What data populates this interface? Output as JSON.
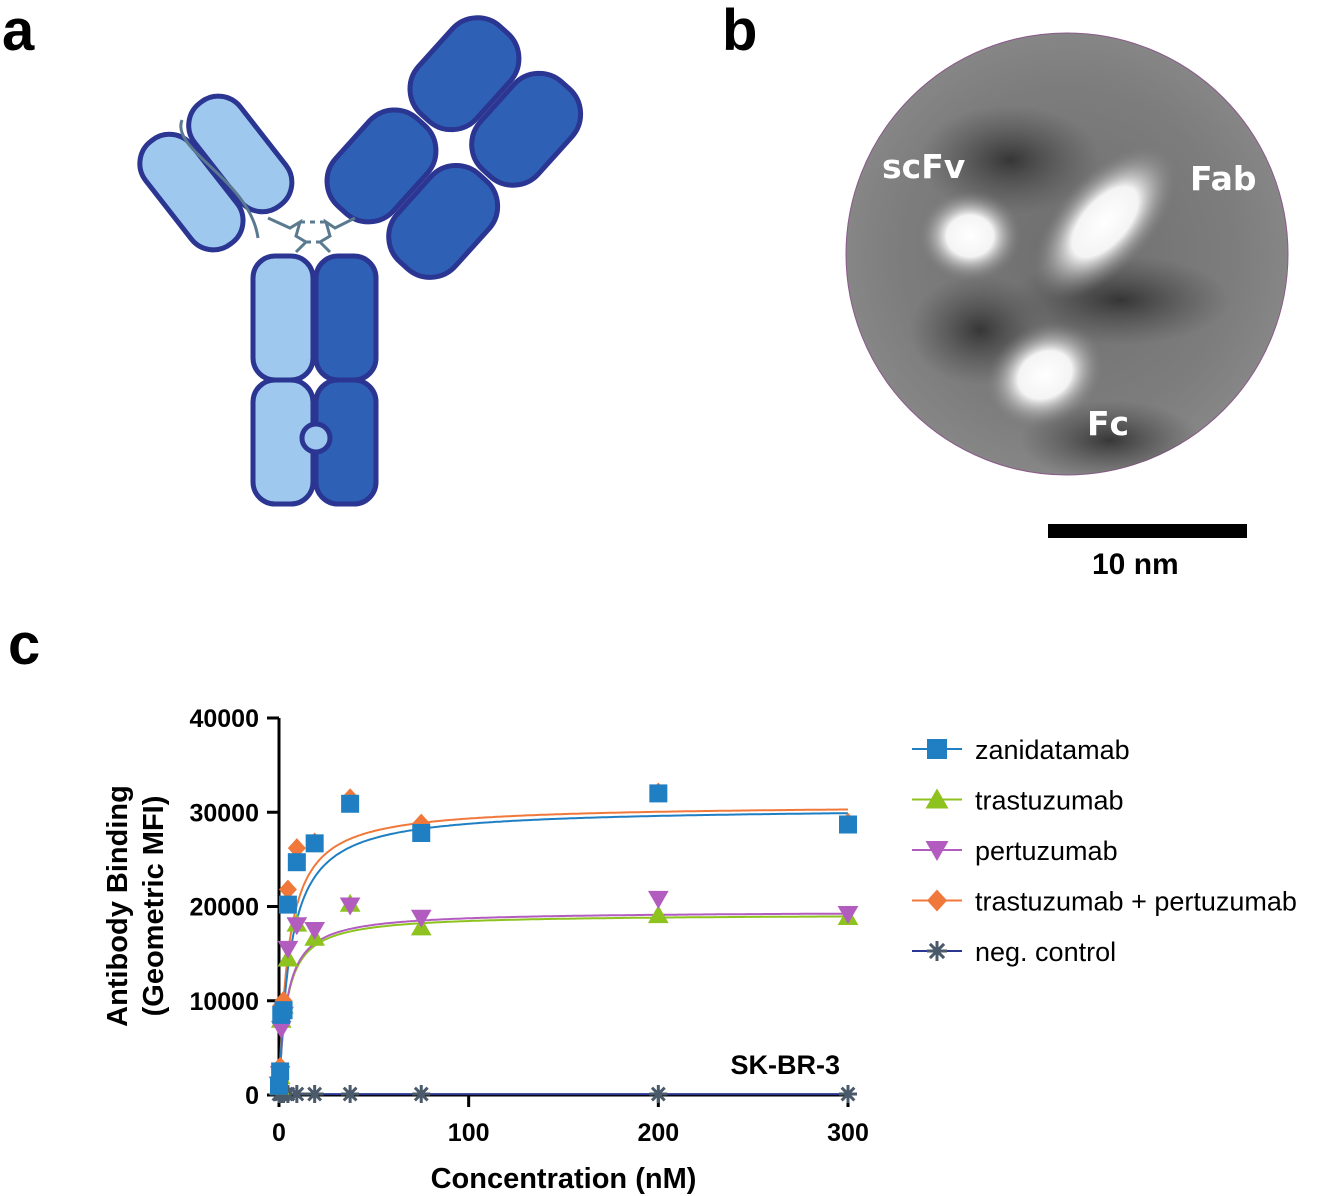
{
  "panels": {
    "a": "a",
    "b": "b",
    "c": "c"
  },
  "em_image": {
    "labels": {
      "scfv": "scFv",
      "fab": "Fab",
      "fc": "Fc"
    },
    "scale_bar_label": "10 nm"
  },
  "antibody_colors": {
    "light": "#9ec8ee",
    "dark": "#2e61b5",
    "outline": "#2b3592",
    "linker": "#5a7a90"
  },
  "chart_data": {
    "type": "scatter",
    "title": "",
    "xlabel": "Concentration (nM)",
    "ylabel_line1": "Antibody Binding",
    "ylabel_line2": "(Geometric MFI)",
    "annotation": "SK-BR-3",
    "xlim": [
      0,
      300
    ],
    "ylim": [
      0,
      40000
    ],
    "xticks": [
      0,
      100,
      200,
      300
    ],
    "yticks": [
      0,
      10000,
      20000,
      30000,
      40000
    ],
    "legend_position": "right",
    "series": [
      {
        "name": "zanidatamab",
        "color": "#1f7fc2",
        "marker": "square",
        "x": [
          0,
          0.6,
          1.2,
          2.4,
          4.7,
          9.4,
          18.8,
          37.5,
          75,
          200,
          300
        ],
        "y": [
          1000,
          2500,
          8500,
          9000,
          20200,
          24700,
          26700,
          30900,
          27800,
          32000,
          28700
        ],
        "fit": {
          "bmax": 30500,
          "kd": 6
        }
      },
      {
        "name": "trastuzumab",
        "color": "#8dc21f",
        "marker": "triangle-up",
        "x": [
          0,
          0.6,
          1.2,
          2.4,
          4.7,
          9.4,
          18.8,
          37.5,
          75,
          200,
          300
        ],
        "y": [
          900,
          2000,
          8000,
          9500,
          14500,
          18200,
          16700,
          20300,
          17800,
          19100,
          18900
        ],
        "fit": {
          "bmax": 19200,
          "kd": 4
        }
      },
      {
        "name": "pertuzumab",
        "color": "#b35cc0",
        "marker": "triangle-down",
        "x": [
          0,
          0.6,
          1.2,
          2.4,
          4.7,
          9.4,
          18.8,
          37.5,
          75,
          200,
          300
        ],
        "y": [
          1100,
          2200,
          7000,
          8500,
          15500,
          18000,
          17500,
          20100,
          18800,
          20800,
          19200
        ],
        "fit": {
          "bmax": 19500,
          "kd": 4
        }
      },
      {
        "name": "trastuzumab + pertuzumab",
        "color": "#f0783a",
        "marker": "diamond",
        "x": [
          0,
          0.6,
          1.2,
          2.4,
          4.7,
          9.4,
          18.8,
          37.5,
          75,
          200,
          300
        ],
        "y": [
          1200,
          3000,
          9500,
          10000,
          21800,
          26200,
          26800,
          31500,
          28800,
          32100,
          28900
        ],
        "fit": {
          "bmax": 30800,
          "kd": 5
        }
      },
      {
        "name": "neg. control",
        "color": "#4a5a6a",
        "line_color": "#2b3592",
        "marker": "asterisk",
        "x": [
          0,
          0.6,
          1.2,
          2.4,
          4.7,
          9.4,
          18.8,
          37.5,
          75,
          200,
          300
        ],
        "y": [
          100,
          100,
          100,
          100,
          100,
          100,
          100,
          100,
          100,
          100,
          100
        ],
        "fit": {
          "bmax": 100,
          "kd": 0.01
        }
      }
    ]
  }
}
